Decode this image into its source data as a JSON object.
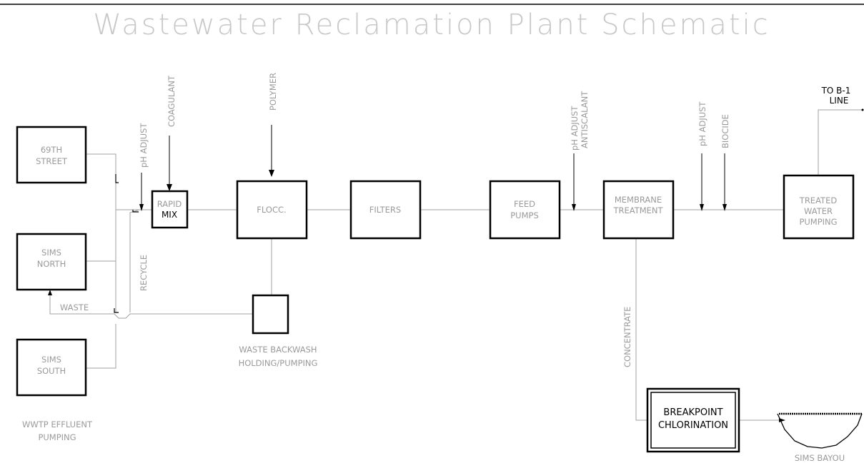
{
  "title": "Wastewater Reclamation Plant Schematic",
  "sources": {
    "s69th_line1": "69TH",
    "s69th_line2": "STREET",
    "simsnorth_line1": "SIMS",
    "simsnorth_line2": "NORTH",
    "simssouth_line1": "SIMS",
    "simssouth_line2": "SOUTH",
    "caption_line1": "WWTP EFFLUENT",
    "caption_line2": "PUMPING"
  },
  "process": {
    "rapid_line1": "RAPID",
    "rapid_line2": "MIX",
    "flocc": "FLOCC.",
    "filters": "FILTERS",
    "feed_line1": "FEED",
    "feed_line2": "PUMPS",
    "membrane_line1": "MEMBRANE",
    "membrane_line2": "TREATMENT",
    "treated_line1": "TREATED",
    "treated_line2": "WATER",
    "treated_line3": "PUMPING"
  },
  "chemicals": {
    "ph_adjust_1": "pH ADJUST",
    "coagulant": "COAGULANT",
    "polymer": "POLYMER",
    "ph_adjust_2": "pH ADJUST",
    "antiscalant": "ANTISCALANT",
    "ph_adjust_3": "pH ADJUST",
    "biocide": "BIOCIDE"
  },
  "side_streams": {
    "recycle": "RECYCLE",
    "waste": "WASTE",
    "backwash_line1": "WASTE BACKWASH",
    "backwash_line2": "HOLDING/PUMPING",
    "concentrate": "CONCENTRATE",
    "breakpoint_line1": "BREAKPOINT",
    "breakpoint_line2": "CHLORINATION",
    "sims_bayou": "SIMS BAYOU",
    "to_b1_line1": "TO B-1",
    "to_b1_line2": "LINE"
  },
  "colors": {
    "box_stroke": "#000000",
    "flow_line": "#a0a0a0",
    "gray_label": "#9a9a9a",
    "title": "#c8c8c8"
  }
}
